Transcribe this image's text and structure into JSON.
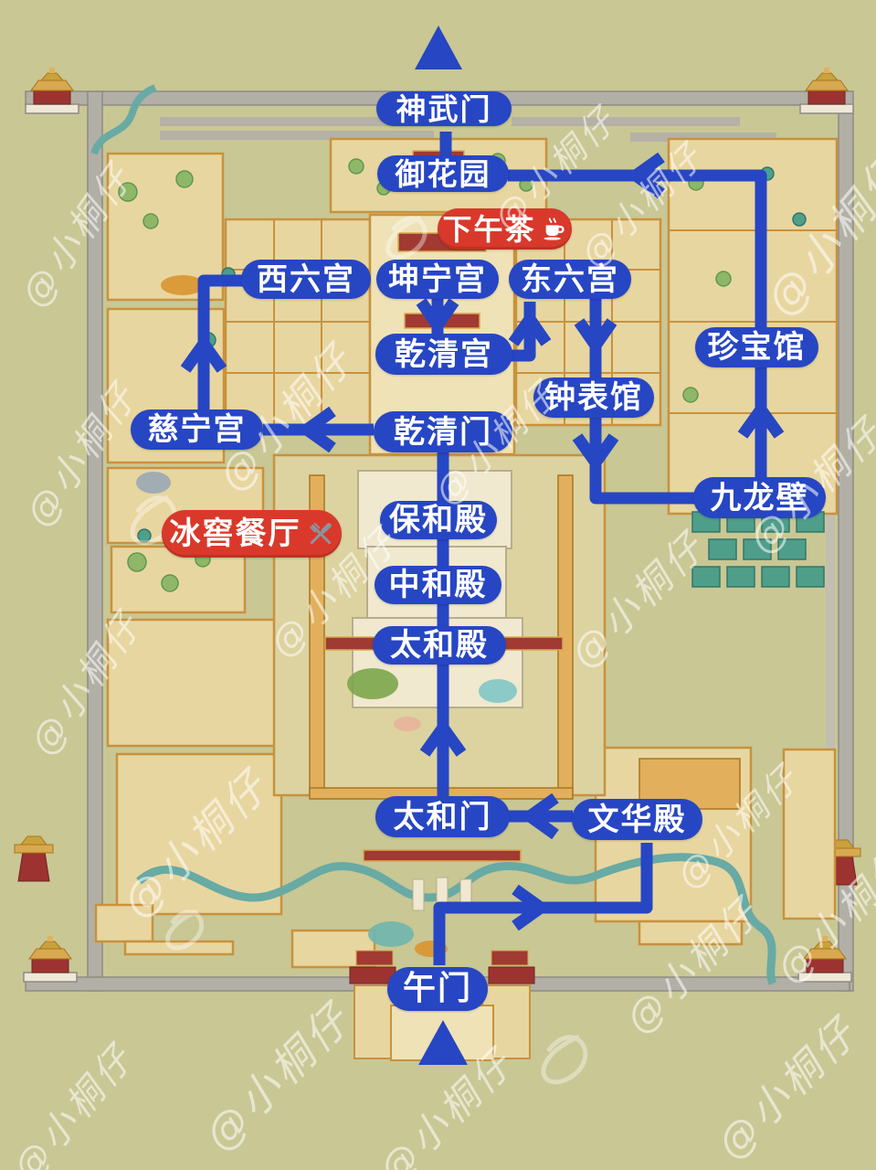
{
  "watermark": {
    "text": "@小桐仔"
  },
  "route": {
    "stops": [
      {
        "id": "wumen",
        "label": "午门"
      },
      {
        "id": "wenhuadian",
        "label": "文华殿"
      },
      {
        "id": "taihemen",
        "label": "太和门"
      },
      {
        "id": "taihedian",
        "label": "太和殿"
      },
      {
        "id": "zhonghedian",
        "label": "中和殿"
      },
      {
        "id": "baohedian",
        "label": "保和殿"
      },
      {
        "id": "qianqingmen",
        "label": "乾清门"
      },
      {
        "id": "cininggong",
        "label": "慈宁宫"
      },
      {
        "id": "xiliugong",
        "label": "西六宫"
      },
      {
        "id": "kunninggong",
        "label": "坤宁宫"
      },
      {
        "id": "qianqinggong",
        "label": "乾清宫"
      },
      {
        "id": "dongliugong",
        "label": "东六宫"
      },
      {
        "id": "zhongbiaoguan",
        "label": "钟表馆"
      },
      {
        "id": "jiulongbi",
        "label": "九龙壁"
      },
      {
        "id": "zhenbaoguan",
        "label": "珍宝馆"
      },
      {
        "id": "yuhuayuan",
        "label": "御花园"
      },
      {
        "id": "shenwumen",
        "label": "神武门"
      }
    ],
    "food_stops": [
      {
        "id": "afternoon-tea",
        "label": "下午茶",
        "icon": "coffee-cup-icon"
      },
      {
        "id": "icehouse-restaurant",
        "label": "冰窖餐厅",
        "icon": "fork-knife-icon"
      }
    ]
  },
  "colors": {
    "route_blue": "#2746c3",
    "food_red": "#d8392b",
    "label_text": "#ffffff",
    "map_background": "#c9c794",
    "wall_gray": "#b2afa6",
    "river_teal": "#68aaa4",
    "courtyard_tan": "#e8d6a0",
    "courtyard_outline": "#c8923e",
    "roof_red": "#a03a32",
    "watermark_white": "rgba(255,255,255,0.55)"
  }
}
